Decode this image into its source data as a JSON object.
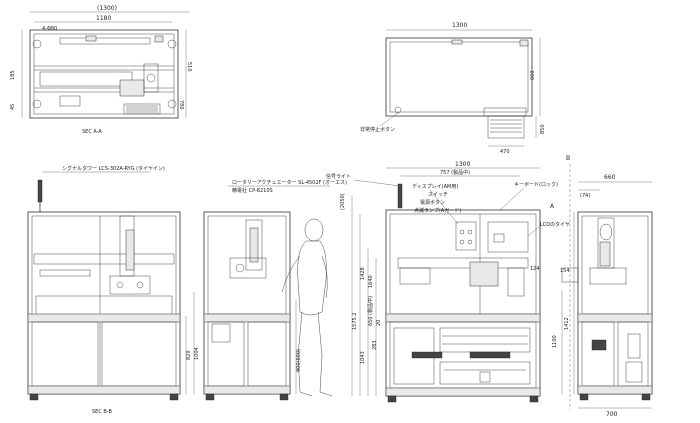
{
  "top_view": {
    "dims": {
      "overall": "(1300)",
      "inner": "1180",
      "right_side": "510",
      "height": "780",
      "left_a": "185",
      "left_b": "45",
      "hole_label": "4-Φ80"
    },
    "section_label": "SEC A-A"
  },
  "plan_view": {
    "dims": {
      "width": "1300",
      "height": "660",
      "height_b": "850",
      "bottom": "470"
    },
    "note": "非常停止ボタン"
  },
  "front_view": {
    "section_label": "SEC B-B",
    "callout": "シグナルタワー LCS-302A-RYG (タイヤイン)",
    "dims": {
      "height_a": "820",
      "height_b": "1004"
    }
  },
  "operator_view": {
    "callout_1": "ロータリーアクチュエーター SL-4502F (オーエス)",
    "callout_2": "精電社 CP-8210S",
    "dims": {
      "height": "900(600)"
    }
  },
  "side_view": {
    "dims": {
      "top": "1300",
      "top_sub": "757 (製品中)",
      "h1": "(2050)",
      "h2": "1575.2",
      "h3": "1428",
      "h4": "1640",
      "h5": "1043",
      "h6": "650 (製品中)",
      "h7": "283",
      "h8": "20",
      "r1": "124"
    },
    "notes": {
      "signal": "信号ライト",
      "key": "キーボード(ロック)",
      "disp": "ディスプレイ(AM用)",
      "switch": "スイッチ",
      "power": "電源ボタン",
      "guard": "点滅ランプ(Aガード)",
      "lcd": "LCDのタイヤ"
    }
  },
  "right_view": {
    "dims": {
      "top": "660",
      "top_sub": "(74)",
      "h1": "1412",
      "h2": "1100",
      "h3": "154",
      "bottom": "700"
    },
    "section_marks": [
      "B",
      "A"
    ]
  },
  "colors": {
    "line": "#333333",
    "paper": "#ffffff",
    "fill": "#e9e9e9"
  }
}
